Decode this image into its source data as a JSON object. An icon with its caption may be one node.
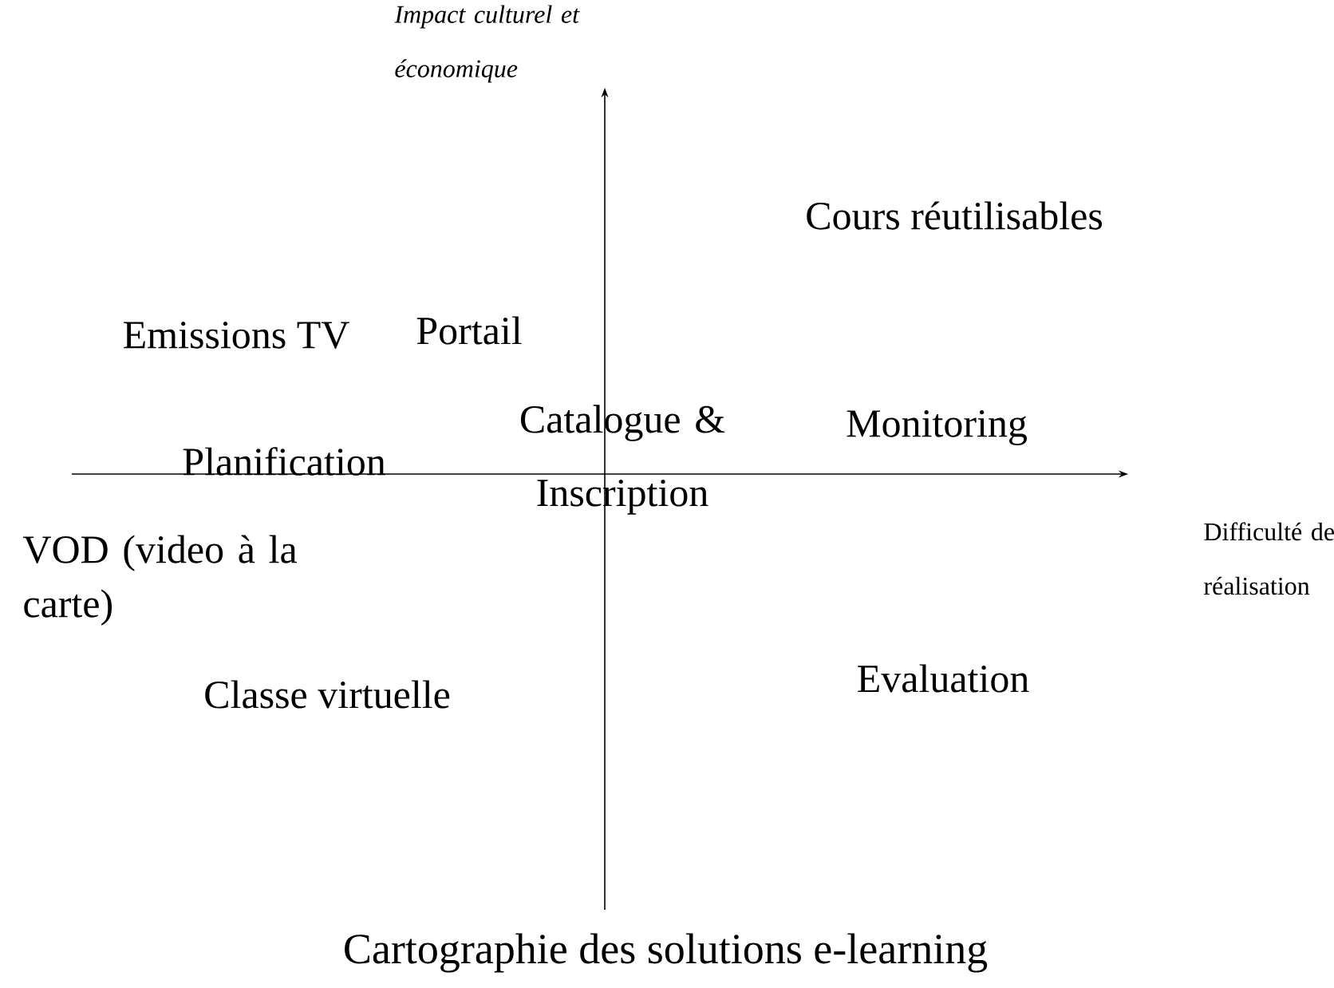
{
  "diagram": {
    "caption": "Cartographie des solutions e-learning",
    "labels": [
      "Impact culturel et économique",
      "Cours réutilisables",
      "Emissions TV",
      "Portail",
      "Catalogue & Inscription",
      "Monitoring",
      "Planification",
      "Difficulté de réalisation",
      "VOD (video à la carte)",
      "Classe virtuelle",
      "Evaluation"
    ]
  }
}
